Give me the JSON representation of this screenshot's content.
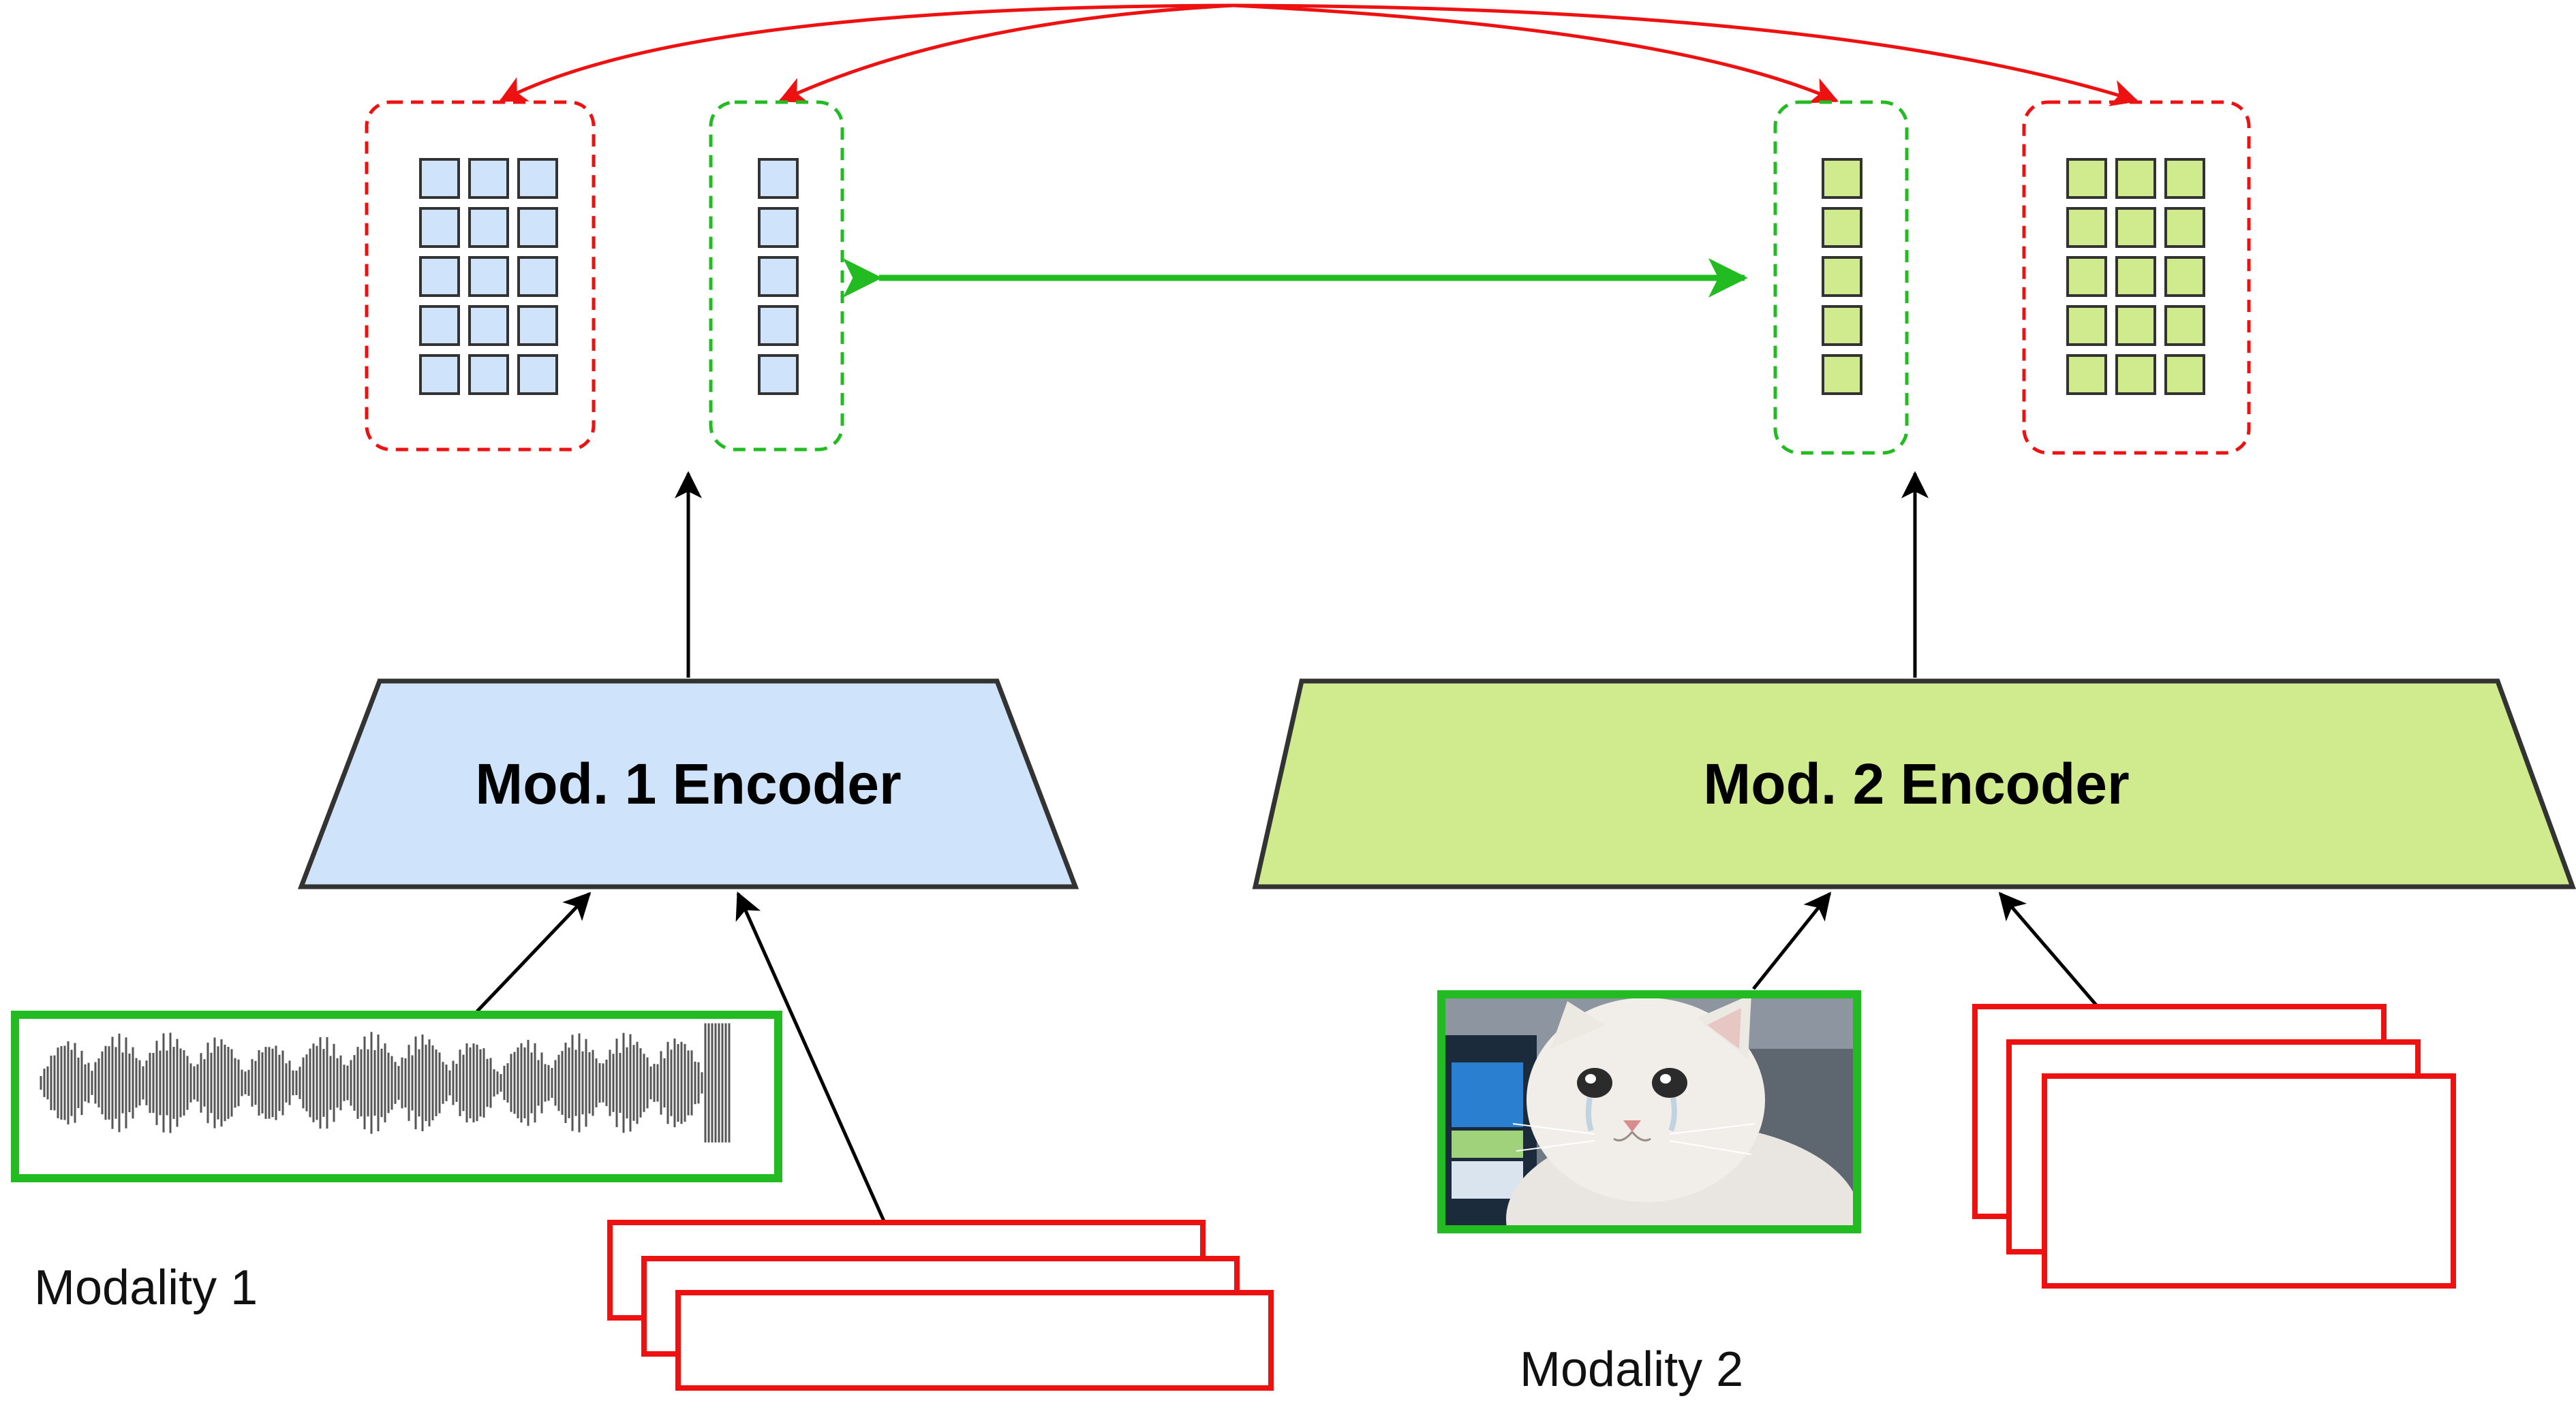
{
  "encoders": {
    "mod1": {
      "label": "Mod. 1 Encoder",
      "fill": "#cfe4fb",
      "stroke": "#333333"
    },
    "mod2": {
      "label": "Mod. 2 Encoder",
      "fill": "#d0ea8e",
      "stroke": "#333333"
    }
  },
  "modalities": {
    "mod1": {
      "label": "Modality 1"
    },
    "mod2": {
      "label": "Modality 2"
    }
  },
  "colors": {
    "local_alignment": "#ee1111",
    "global_alignment": "#22bb22",
    "input_highlight": "#22bb22",
    "input_stack": "#ee1111",
    "feature_blue": "#cfe4fb",
    "feature_green": "#d0ea8e",
    "arrow": "#000000"
  },
  "icons": {
    "waveform": "audio-waveform-icon",
    "photo": "crying-cat-photo"
  }
}
